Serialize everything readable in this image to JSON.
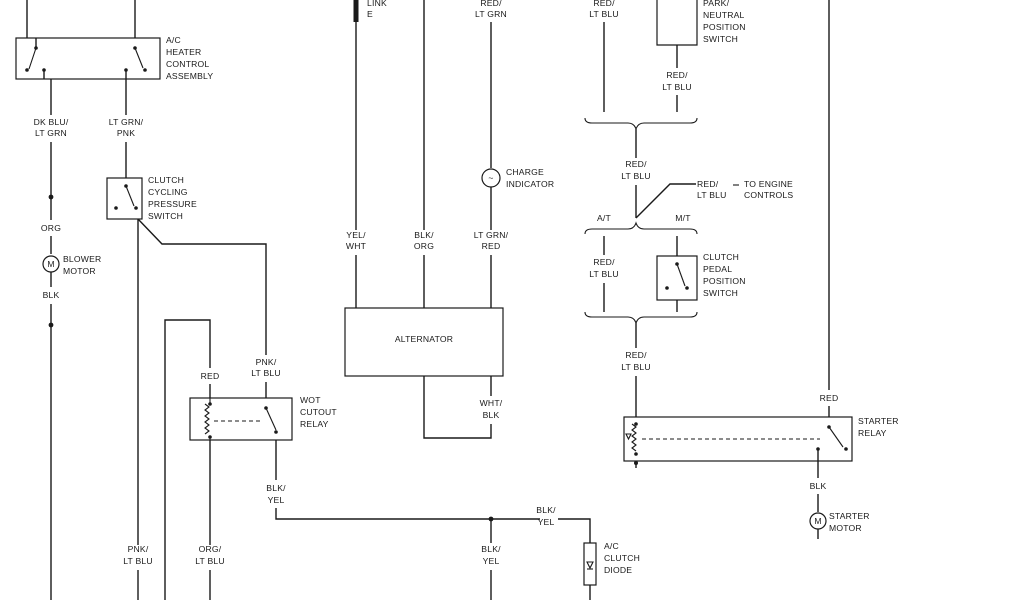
{
  "wire_labels": {
    "dk_blu_lt_grn": [
      "DK BLU/",
      "LT GRN"
    ],
    "lt_grn_pnk": [
      "LT GRN/",
      "PNK"
    ],
    "org_top": [
      "ORG"
    ],
    "blk_blower": [
      "BLK"
    ],
    "link": [
      "LINK",
      "E"
    ],
    "red_lt_grn": [
      "RED/",
      "LT GRN"
    ],
    "red_lt_blu_top": [
      "RED/",
      "LT BLU"
    ],
    "red_lt_blu_park": [
      "RED/",
      "LT BLU"
    ],
    "yel_wht": [
      "YEL/",
      "WHT"
    ],
    "blk_org": [
      "BLK/",
      "ORG"
    ],
    "lt_grn_red": [
      "LT GRN/",
      "RED"
    ],
    "red_lt_blu_mid": [
      "RED/",
      "LT BLU"
    ],
    "red_lt_blu_engine": [
      "RED/",
      "LT BLU"
    ],
    "at": [
      "A/T"
    ],
    "mt": [
      "M/T"
    ],
    "red_lt_blu_clutch": [
      "RED/",
      "LT BLU"
    ],
    "red_lt_blu_lower": [
      "RED/",
      "LT BLU"
    ],
    "pnk_lt_blu_wot": [
      "PNK/",
      "LT BLU"
    ],
    "red_wot": [
      "RED"
    ],
    "wht_blk": [
      "WHT/",
      "BLK"
    ],
    "red_starter": [
      "RED"
    ],
    "blk_starter": [
      "BLK"
    ],
    "blk_yel_relay": [
      "BLK/",
      "YEL"
    ],
    "blk_yel_diode": [
      "BLK/",
      "YEL"
    ],
    "blk_yel_bottom": [
      "BLK/",
      "YEL"
    ],
    "pnk_lt_blu_bottom": [
      "PNK/",
      "LT BLU"
    ],
    "org_lt_blu_bottom": [
      "ORG/",
      "LT BLU"
    ]
  },
  "components": {
    "ac_heater": [
      "A/C",
      "HEATER",
      "CONTROL",
      "ASSEMBLY"
    ],
    "clutch_cycling": [
      "CLUTCH",
      "CYCLING",
      "PRESSURE",
      "SWITCH"
    ],
    "blower_motor": [
      "BLOWER",
      "MOTOR"
    ],
    "charge_indicator": [
      "CHARGE",
      "INDICATOR"
    ],
    "park_neutral": [
      "PARK/",
      "NEUTRAL",
      "POSITION",
      "SWITCH"
    ],
    "to_engine": [
      "TO ENGINE",
      "CONTROLS"
    ],
    "clutch_pedal": [
      "CLUTCH",
      "PEDAL",
      "POSITION",
      "SWITCH"
    ],
    "alternator": [
      "ALTERNATOR"
    ],
    "wot_relay": [
      "WOT",
      "CUTOUT",
      "RELAY"
    ],
    "starter_relay": [
      "STARTER",
      "RELAY"
    ],
    "starter_motor": [
      "STARTER",
      "MOTOR"
    ],
    "ac_diode": [
      "A/C",
      "CLUTCH",
      "DIODE"
    ]
  },
  "symbols": {
    "motor_letter": "M",
    "indicator_symbol": "~"
  }
}
